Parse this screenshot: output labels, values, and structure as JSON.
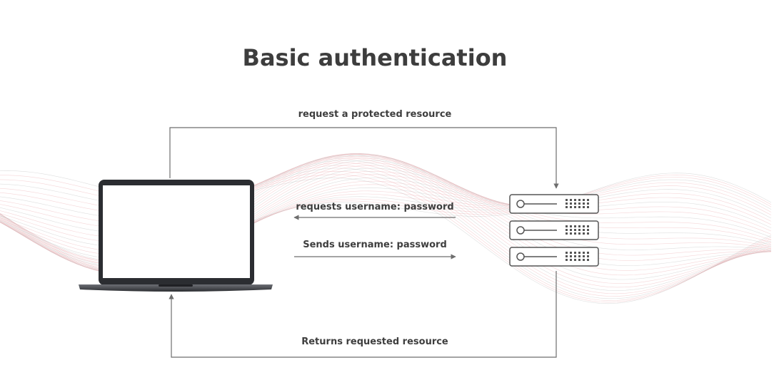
{
  "title": "Basic authentication",
  "actors": {
    "client": {
      "icon": "laptop-icon"
    },
    "server": {
      "icon": "server-rack-icon"
    }
  },
  "flows": [
    {
      "id": "request-resource",
      "label": "request a protected resource",
      "direction": "client-to-server"
    },
    {
      "id": "request-credentials",
      "label": "requests username: password",
      "direction": "server-to-client"
    },
    {
      "id": "send-credentials",
      "label": "Sends username: password",
      "direction": "client-to-server"
    },
    {
      "id": "return-resource",
      "label": "Returns requested resource",
      "direction": "server-to-client"
    }
  ],
  "colors": {
    "title": "#3d3d3d",
    "label": "#3e3e3e",
    "arrow": "#6e6e6e",
    "wave_red": "#e8a3a8",
    "wave_grey": "#b9b9b9",
    "laptop_body": "#2b2d31",
    "server_stroke": "#555555"
  }
}
